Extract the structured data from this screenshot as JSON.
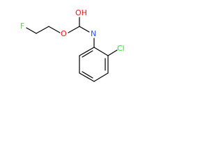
{
  "molecule": {
    "atoms": {
      "hydroxyl": "OH",
      "ether_oxygen": "O",
      "amine_nitrogen": "N",
      "fluorine": "F",
      "chlorine": "Cl"
    },
    "colors": {
      "oxygen": "#ff0d0d",
      "nitrogen": "#3050f8",
      "fluorine": "#7cbf6a",
      "chlorine": "#1ff01f",
      "bond": "#000000"
    }
  }
}
